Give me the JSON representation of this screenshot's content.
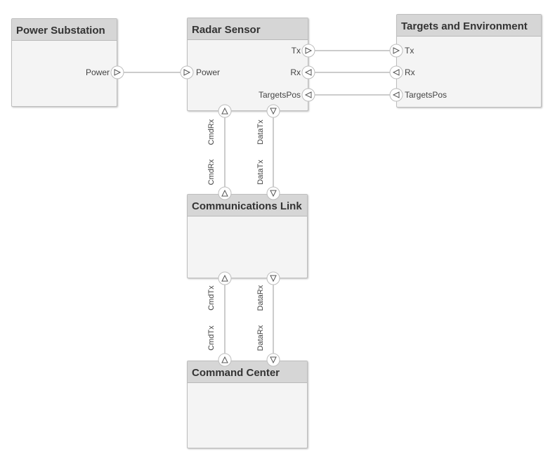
{
  "blocks": {
    "power_substation": {
      "title": "Power Substation"
    },
    "radar_sensor": {
      "title": "Radar Sensor"
    },
    "targets_environment": {
      "title": "Targets and Environment"
    },
    "communications_link": {
      "title": "Communications Link"
    },
    "command_center": {
      "title": "Command Center"
    }
  },
  "ports": {
    "power_out": "Power",
    "radar_power_in": "Power",
    "radar_tx": "Tx",
    "radar_rx": "Rx",
    "radar_targetspos": "TargetsPos",
    "env_tx": "Tx",
    "env_rx": "Rx",
    "env_targetspos": "TargetsPos",
    "radar_cmdrx": "CmdRx",
    "radar_datatx": "DataTx",
    "link_cmdrx": "CmdRx",
    "link_datatx": "DataTx",
    "link_cmdtx": "CmdTx",
    "link_datarx": "DataRx",
    "cc_cmdtx": "CmdTx",
    "cc_datarx": "DataRx"
  },
  "colors": {
    "header_bg": "#d6d6d6",
    "body_bg": "#f4f4f4",
    "border": "#bdbdbd",
    "connector": "#9a9a9a"
  }
}
